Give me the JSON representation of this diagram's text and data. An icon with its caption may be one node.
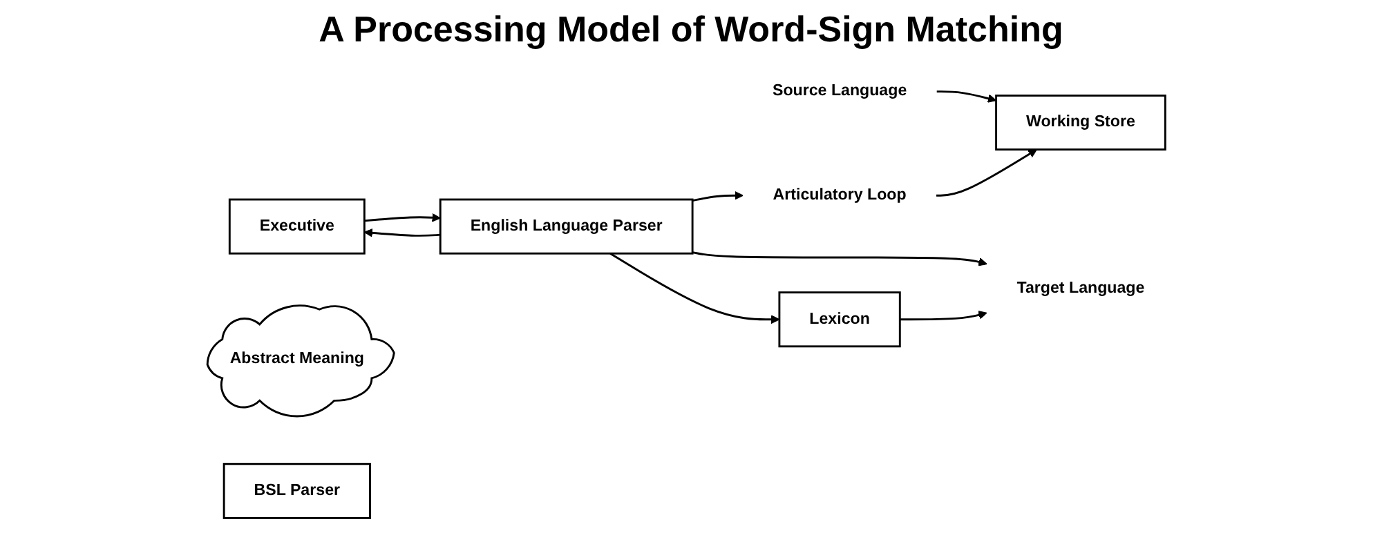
{
  "diagram": {
    "title": "A Processing Model of Word-Sign Matching",
    "nodes": [
      {
        "text": [
          "Executive"
        ]
      },
      {
        "text": [
          "Working Store"
        ]
      },
      {
        "text": [
          "Source Language"
        ]
      },
      {
        "text": [
          "English Language Parser"
        ]
      },
      {
        "text": [
          "Abstract Meaning"
        ]
      },
      {
        "text": [
          "Articulatory Loop"
        ]
      },
      {
        "text": [
          "Lexicon"
        ]
      },
      {
        "text": [
          "BSL Parser"
        ]
      },
      {
        "text": [
          "Target Language"
        ]
      }
    ],
    "edges": [
      {
        "from": 2,
        "to": 1,
        "arrow": "to"
      },
      {
        "from": 0,
        "to": 3,
        "arrow": "to"
      },
      {
        "from": 3,
        "to": 0,
        "arrow": "to"
      },
      {
        "from": 3,
        "to": 5,
        "arrow": "to"
      },
      {
        "from": 5,
        "to": 1,
        "arrow": "to"
      },
      {
        "from": 3,
        "to": 6,
        "arrow": "to"
      },
      {
        "from": 3,
        "to": 8,
        "arrow": "to"
      },
      {
        "from": 6,
        "to": 8,
        "arrow": "to"
      }
    ]
  }
}
